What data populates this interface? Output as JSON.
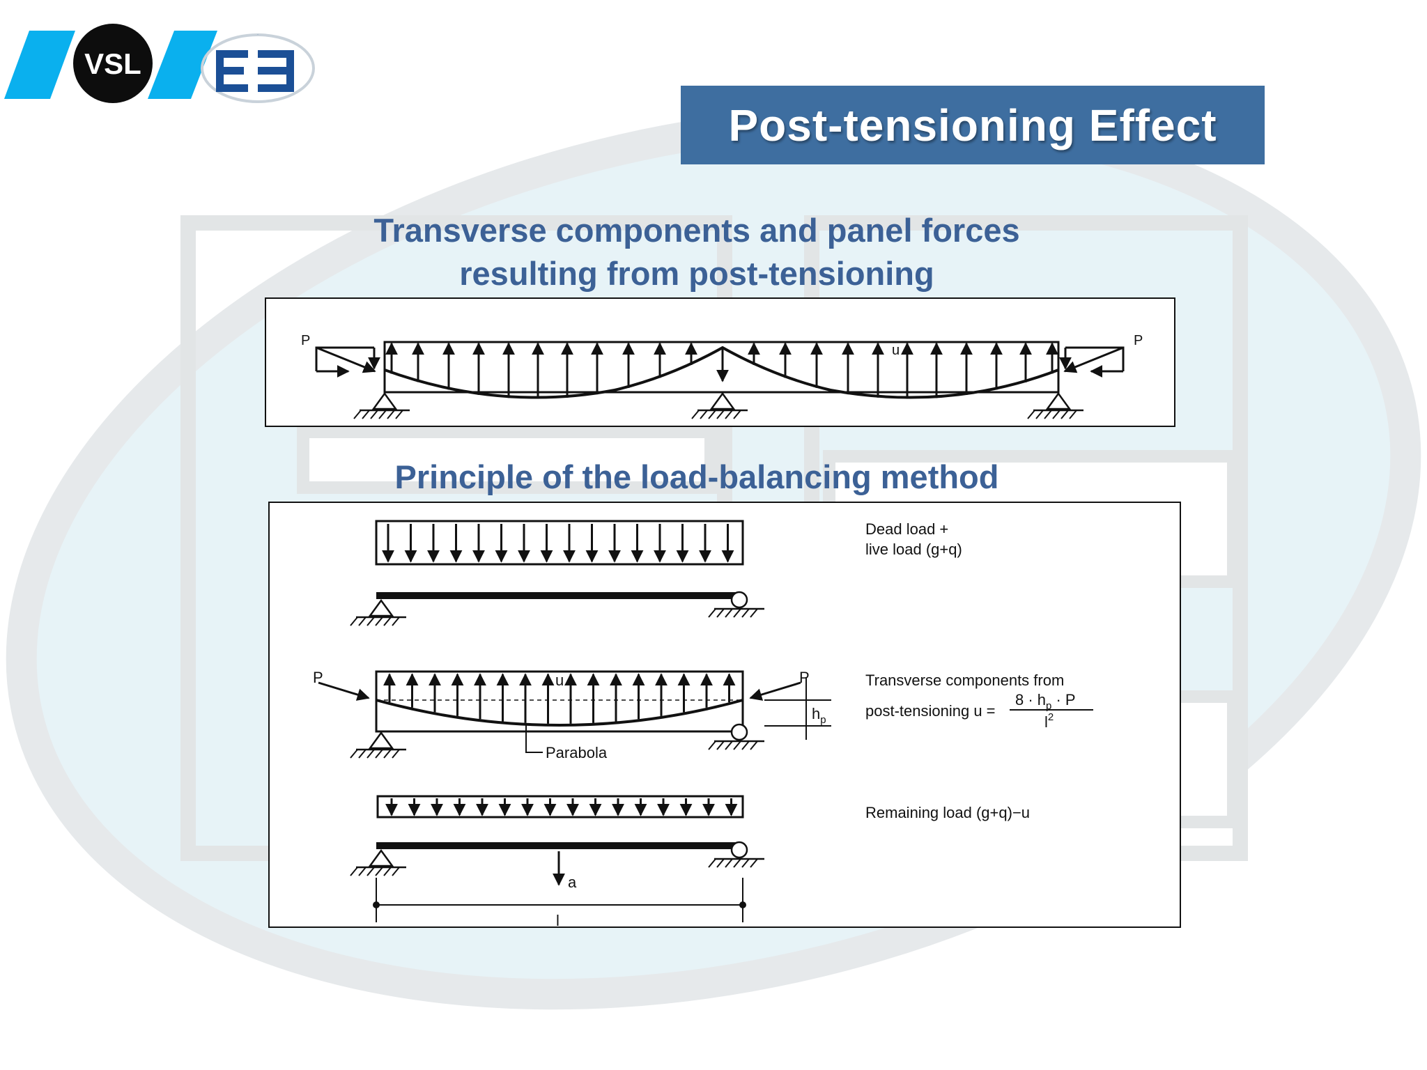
{
  "logo": {
    "left_text": "VSL",
    "right_text": "EE"
  },
  "slide": {
    "title": "Post-tensioning Effect",
    "heading1_line1": "Transverse components and panel forces",
    "heading1_line2": "resulting from post-tensioning",
    "heading2": "Principle of the load-balancing method"
  },
  "diagram1": {
    "force_left": "P",
    "force_right": "P",
    "load_label": "u"
  },
  "diagram2": {
    "step1_label_line1": "Dead load +",
    "step1_label_line2": "live load (g+q)",
    "step2_force_left": "P",
    "step2_force_right": "P",
    "step2_load_label": "u",
    "step2_sag_label": "h",
    "step2_sag_sub": "p",
    "step2_curve_label": "Parabola",
    "step2_label_line1": "Transverse components from",
    "step2_label_line2": "post-tensioning u =",
    "formula_numerator": "8 · h",
    "formula_numerator_sub": "p",
    "formula_numerator_end": " · P",
    "formula_denominator": "l",
    "formula_denominator_sup": "2",
    "step3_label": "Remaining load (g+q)−u",
    "deflection_label": "a",
    "span_label": "l"
  },
  "colors": {
    "title_bg": "#3e6ea0",
    "heading": "#3c6196",
    "logo_blue": "#0ab0ee",
    "logo_navy": "#1b4f96",
    "ellipse_fill": "#e7f3f7",
    "ellipse_ring": "#e4e8ea"
  }
}
